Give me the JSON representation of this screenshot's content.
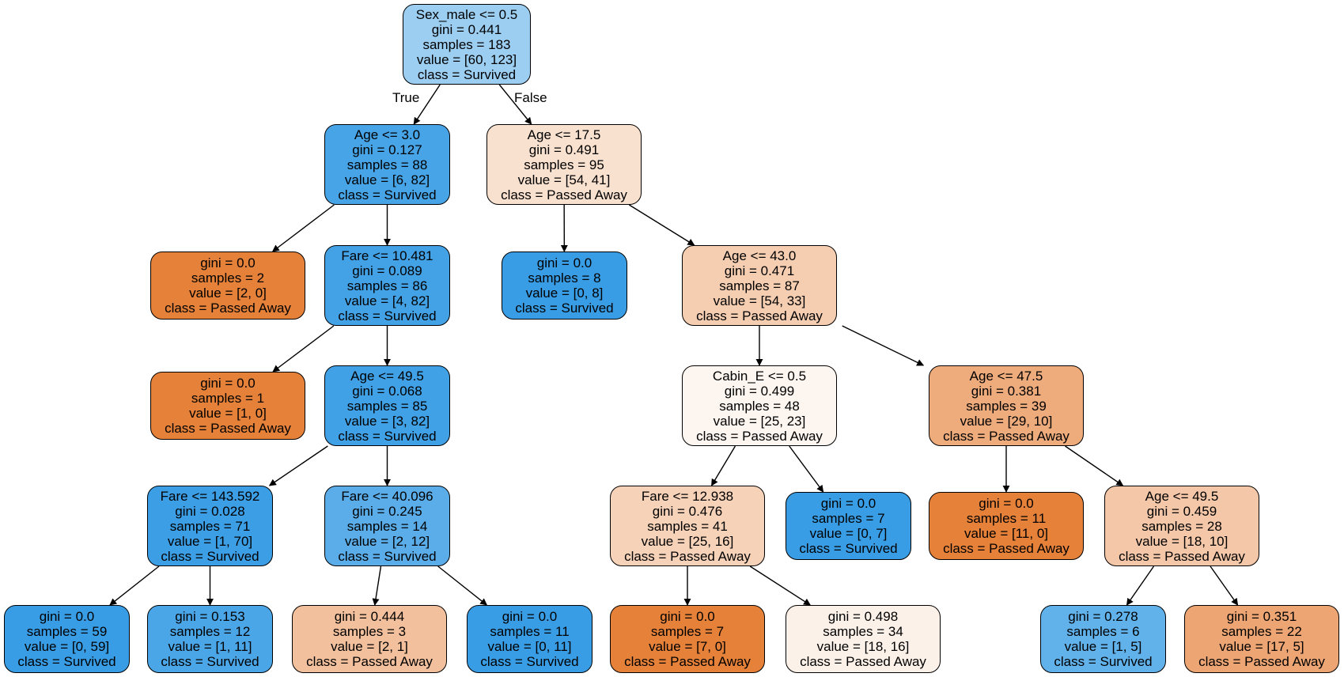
{
  "edge_labels": {
    "true_label": "True",
    "false_label": "False"
  },
  "colors": {
    "survived_strong": "#399de5",
    "passed_away_strong": "#e58139",
    "border": "#000000"
  },
  "nodes": [
    {
      "id": "n0",
      "lines": [
        "Sex_male <= 0.5",
        "gini = 0.441",
        "samples = 183",
        "value = [60, 123]",
        "class = Survived"
      ],
      "fill": "#9ccef2"
    },
    {
      "id": "n1",
      "lines": [
        "Age <= 3.0",
        "gini = 0.127",
        "samples = 88",
        "value = [6, 82]",
        "class = Survived"
      ],
      "fill": "#47a4e7"
    },
    {
      "id": "n2",
      "lines": [
        "gini = 0.0",
        "samples = 2",
        "value = [2, 0]",
        "class = Passed Away"
      ],
      "fill": "#e58139"
    },
    {
      "id": "n3",
      "lines": [
        "Fare <= 10.481",
        "gini = 0.089",
        "samples = 86",
        "value = [4, 82]",
        "class = Survived"
      ],
      "fill": "#43a2e6"
    },
    {
      "id": "n4",
      "lines": [
        "gini = 0.0",
        "samples = 1",
        "value = [1, 0]",
        "class = Passed Away"
      ],
      "fill": "#e58139"
    },
    {
      "id": "n5",
      "lines": [
        "Age <= 49.5",
        "gini = 0.068",
        "samples = 85",
        "value = [3, 82]",
        "class = Survived"
      ],
      "fill": "#40a1e6"
    },
    {
      "id": "n6",
      "lines": [
        "Fare <= 143.592",
        "gini = 0.028",
        "samples = 71",
        "value = [1, 70]",
        "class = Survived"
      ],
      "fill": "#3c9ee5"
    },
    {
      "id": "n7",
      "lines": [
        "gini = 0.0",
        "samples = 59",
        "value = [0, 59]",
        "class = Survived"
      ],
      "fill": "#399de5"
    },
    {
      "id": "n8",
      "lines": [
        "gini = 0.153",
        "samples = 12",
        "value = [1, 11]",
        "class = Survived"
      ],
      "fill": "#4ba6e7"
    },
    {
      "id": "n9",
      "lines": [
        "Fare <= 40.096",
        "gini = 0.245",
        "samples = 14",
        "value = [2, 12]",
        "class = Survived"
      ],
      "fill": "#5aade9"
    },
    {
      "id": "n10",
      "lines": [
        "gini = 0.444",
        "samples = 3",
        "value = [2, 1]",
        "class = Passed Away"
      ],
      "fill": "#f2c09c"
    },
    {
      "id": "n11",
      "lines": [
        "gini = 0.0",
        "samples = 11",
        "value = [0, 11]",
        "class = Survived"
      ],
      "fill": "#399de5"
    },
    {
      "id": "n12",
      "lines": [
        "Age <= 17.5",
        "gini = 0.491",
        "samples = 95",
        "value = [54, 41]",
        "class = Passed Away"
      ],
      "fill": "#f9e1cf"
    },
    {
      "id": "n13",
      "lines": [
        "gini = 0.0",
        "samples = 8",
        "value = [0, 8]",
        "class = Survived"
      ],
      "fill": "#399de5"
    },
    {
      "id": "n14",
      "lines": [
        "Age <= 43.0",
        "gini = 0.471",
        "samples = 87",
        "value = [54, 33]",
        "class = Passed Away"
      ],
      "fill": "#f5ceb2"
    },
    {
      "id": "n15",
      "lines": [
        "Cabin_E <= 0.5",
        "gini = 0.499",
        "samples = 48",
        "value = [25, 23]",
        "class = Passed Away"
      ],
      "fill": "#fdf5ef"
    },
    {
      "id": "n16",
      "lines": [
        "Fare <= 12.938",
        "gini = 0.476",
        "samples = 41",
        "value = [25, 16]",
        "class = Passed Away"
      ],
      "fill": "#f6d2b8"
    },
    {
      "id": "n17",
      "lines": [
        "gini = 0.0",
        "samples = 7",
        "value = [7, 0]",
        "class = Passed Away"
      ],
      "fill": "#e58139"
    },
    {
      "id": "n18",
      "lines": [
        "gini = 0.498",
        "samples = 34",
        "value = [18, 16]",
        "class = Passed Away"
      ],
      "fill": "#fcf1e9"
    },
    {
      "id": "n19",
      "lines": [
        "gini = 0.0",
        "samples = 7",
        "value = [0, 7]",
        "class = Survived"
      ],
      "fill": "#399de5"
    },
    {
      "id": "n20",
      "lines": [
        "Age <= 47.5",
        "gini = 0.381",
        "samples = 39",
        "value = [29, 10]",
        "class = Passed Away"
      ],
      "fill": "#eeac7d"
    },
    {
      "id": "n21",
      "lines": [
        "gini = 0.0",
        "samples = 11",
        "value = [11, 0]",
        "class = Passed Away"
      ],
      "fill": "#e58139"
    },
    {
      "id": "n22",
      "lines": [
        "Age <= 49.5",
        "gini = 0.459",
        "samples = 28",
        "value = [18, 10]",
        "class = Passed Away"
      ],
      "fill": "#f3c7a7"
    },
    {
      "id": "n23",
      "lines": [
        "gini = 0.278",
        "samples = 6",
        "value = [1, 5]",
        "class = Survived"
      ],
      "fill": "#61b1ea"
    },
    {
      "id": "n24",
      "lines": [
        "gini = 0.351",
        "samples = 22",
        "value = [17, 5]",
        "class = Passed Away"
      ],
      "fill": "#eda673"
    }
  ]
}
